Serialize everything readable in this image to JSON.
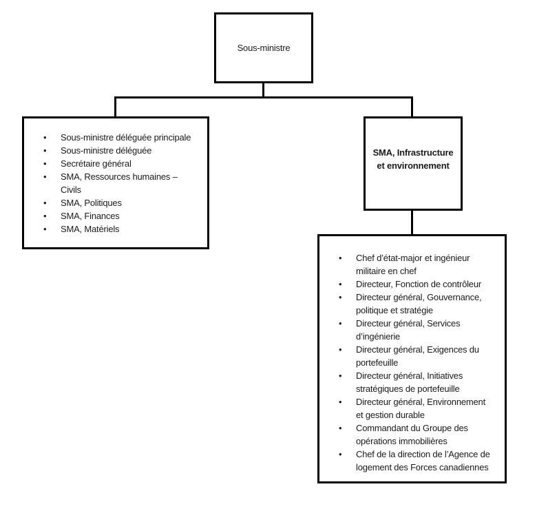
{
  "colors": {
    "border": "#000000",
    "text": "#1a1a1a",
    "background": "#ffffff"
  },
  "diagram": {
    "root_box": {
      "label": "Sous-ministre"
    },
    "deputy_box": {
      "items": [
        "Sous-ministre déléguée principale",
        "Sous-ministre déléguée",
        "Secrétaire général",
        "SMA, Ressources humaines –\nCivils",
        "SMA, Politiques",
        "SMA, Finances",
        "SMA, Matériels"
      ]
    },
    "sma_box": {
      "label": "SMA, Infrastructure\net environnement"
    },
    "sma_reports_box": {
      "items": [
        "Chef d’état-major et ingénieur\nmilitaire en chef",
        "Directeur, Fonction de contrôleur",
        "Directeur général, Gouvernance,\npolitique et stratégie",
        "Directeur général, Services\nd’ingénierie",
        "Directeur général, Exigences du\nportefeuille",
        "Directeur général, Initiatives\nstratégiques de portefeuille",
        "Directeur général, Environnement\net gestion durable",
        "Commandant du Groupe des\nopérations immobilières",
        "Chef de la direction de l’Agence de\nlogement des Forces canadiennes"
      ]
    }
  }
}
